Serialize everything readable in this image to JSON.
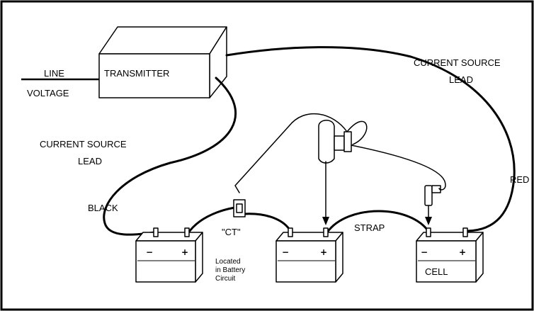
{
  "labels": {
    "transmitter": "TRANSMITTER",
    "line": "LINE",
    "voltage": "VOLTAGE",
    "current_source_left_1": "CURRENT SOURCE",
    "current_source_left_2": "LEAD",
    "current_source_right_1": "CURRENT SOURCE",
    "current_source_right_2": "LEAD",
    "black": "BLACK",
    "red": "RED",
    "ct": "\"CT\"",
    "strap": "STRAP",
    "cell": "CELL",
    "located_1": "Located",
    "located_2": "in Battery",
    "located_3": "Circuit"
  },
  "polarity": {
    "minus": "−",
    "plus": "+"
  },
  "colors": {
    "stroke": "#000000",
    "background": "#ffffff"
  }
}
